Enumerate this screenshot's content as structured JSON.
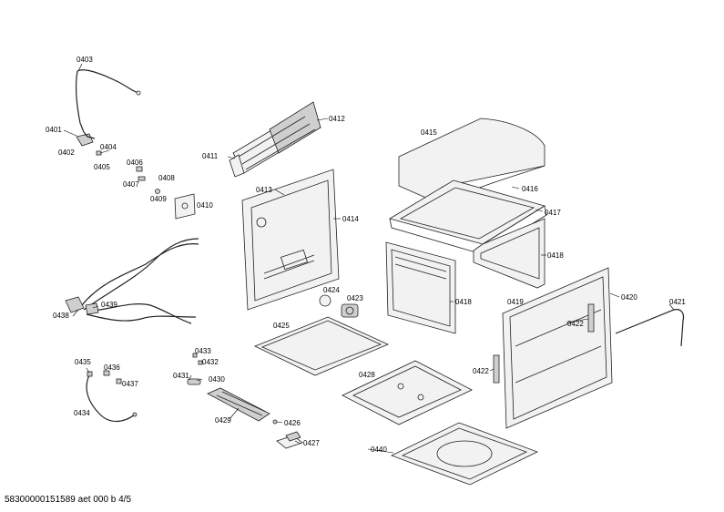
{
  "labels": {
    "p0401": "0401",
    "p0402": "0402",
    "p0403": "0403",
    "p0404": "0404",
    "p0405": "0405",
    "p0406": "0406",
    "p0407": "0407",
    "p0408": "0408",
    "p0409": "0409",
    "p0410": "0410",
    "p0411": "0411",
    "p0412": "0412",
    "p0413": "0413",
    "p0414": "0414",
    "p0415": "0415",
    "p0416": "0416",
    "p0417": "0417",
    "p0418a": "0418",
    "p0418b": "0418",
    "p0419": "0419",
    "p0420": "0420",
    "p0421": "0421",
    "p0422a": "0422",
    "p0422b": "0422",
    "p0423": "0423",
    "p0424": "0424",
    "p0425": "0425",
    "p0426": "0426",
    "p0427": "0427",
    "p0428": "0428",
    "p0429": "0429",
    "p0430": "0430",
    "p0431": "0431",
    "p0432": "0432",
    "p0433": "0433",
    "p0434": "0434",
    "p0435": "0435",
    "p0436": "0436",
    "p0437": "0437",
    "p0438": "0438",
    "p0439": "0439",
    "p0440": "0440"
  },
  "footer": "58300000151589 aet 000 b 4/5"
}
